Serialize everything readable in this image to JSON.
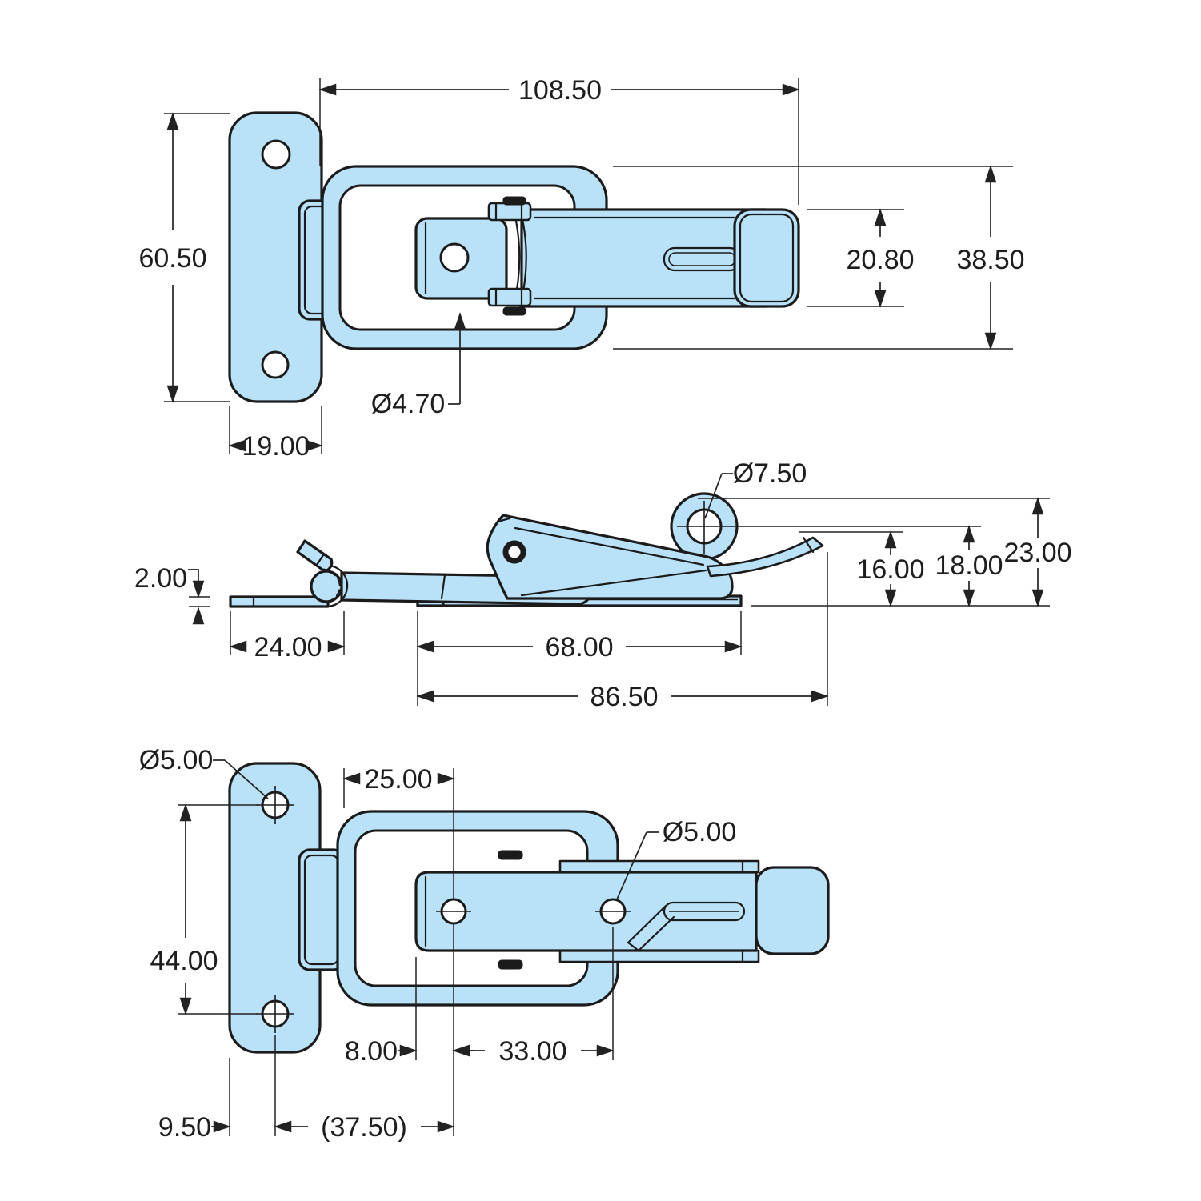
{
  "drawing": {
    "kind": "technical-drawing",
    "part_fill": "#b9e2f8",
    "line_color": "#1b1b1b",
    "views": {
      "top": {
        "label": "top-view",
        "dims": {
          "overall_length": "108.50",
          "plate_height": "60.50",
          "plate_width": "19.00",
          "pin_hole_dia": "Ø4.70",
          "strap_width": "20.80",
          "overall_width": "38.50"
        }
      },
      "side": {
        "label": "side-view",
        "dims": {
          "eye_hole_dia": "Ø7.50",
          "hook_thickness": "2.00",
          "hook_length": "24.00",
          "body_length": "68.00",
          "base_length": "86.50",
          "catch_height": "16.00",
          "eye_height": "18.00",
          "overall_height": "23.00"
        }
      },
      "bottom": {
        "label": "bottom-view",
        "dims": {
          "plate_hole_dia": "Ø5.00",
          "loop_offset": "25.00",
          "plate_hole_spacing": "44.00",
          "strap_hole_dia": "Ø5.00",
          "end_offset": "8.00",
          "strap_hole_spacing": "33.00",
          "edge_offset": "9.50",
          "reference_spacing": "(37.50)"
        }
      }
    }
  }
}
